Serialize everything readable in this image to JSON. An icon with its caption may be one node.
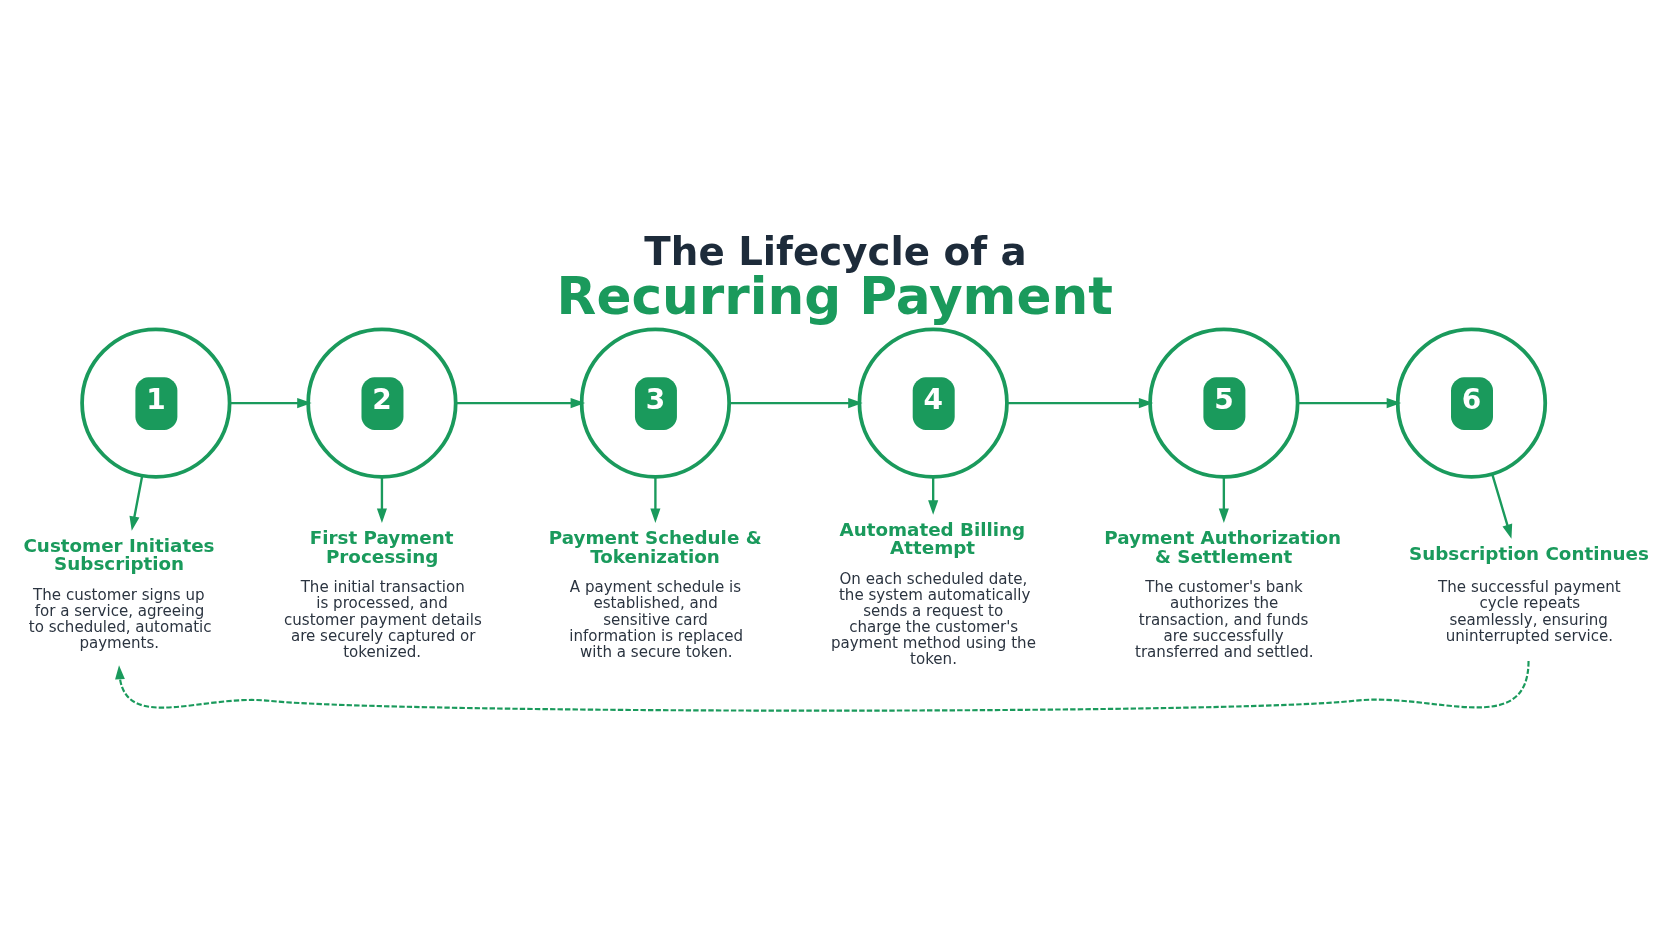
{
  "diagram": {
    "title": "The Lifecycle of a Recurring Payment",
    "nodes": [
      {
        "text": [
          "1"
        ]
      },
      {
        "text": [
          "2"
        ]
      },
      {
        "text": [
          "3"
        ]
      },
      {
        "text": [
          "4"
        ]
      },
      {
        "text": [
          "5"
        ]
      },
      {
        "text": [
          "6"
        ]
      },
      {
        "text": [
          "Customer Initiates Subscription",
          "The customer signs up for a service, agreeing to scheduled, automatic payments."
        ]
      },
      {
        "text": [
          "First Payment Processing",
          "The initial transaction is processed, and customer payment details are securely captured or tokenized."
        ]
      },
      {
        "text": [
          "Payment Schedule & Tokenization",
          "A payment schedule is established, and sensitive card information is replaced with a secure token."
        ]
      },
      {
        "text": [
          "Automated Billing Attempt",
          "On each scheduled date, the system automatically sends a request to charge the customer's payment method using the token."
        ]
      },
      {
        "text": [
          "Payment Authorization & Settlement",
          "The customer's bank authorizes the transaction, and funds are successfully transferred and settled."
        ]
      },
      {
        "text": [
          "Subscription Continues",
          "The successful payment cycle repeats seamlessly, ensuring uninterrupted service."
        ]
      }
    ],
    "edges": [
      {
        "from": 0,
        "to": 1,
        "arrow": "to"
      },
      {
        "from": 1,
        "to": 2,
        "arrow": "to"
      },
      {
        "from": 2,
        "to": 3,
        "arrow": "to"
      },
      {
        "from": 3,
        "to": 4,
        "arrow": "to"
      },
      {
        "from": 4,
        "to": 5,
        "arrow": "to"
      },
      {
        "from": 0,
        "to": 6,
        "arrow": "to"
      },
      {
        "from": 1,
        "to": 7,
        "arrow": "to"
      },
      {
        "from": 2,
        "to": 8,
        "arrow": "to"
      },
      {
        "from": 3,
        "to": 9,
        "arrow": "to"
      },
      {
        "from": 4,
        "to": 10,
        "arrow": "to"
      },
      {
        "from": 5,
        "to": 11,
        "arrow": "to"
      },
      {
        "from": 11,
        "to": 6,
        "arrow": "to",
        "style": "dashed"
      }
    ]
  }
}
